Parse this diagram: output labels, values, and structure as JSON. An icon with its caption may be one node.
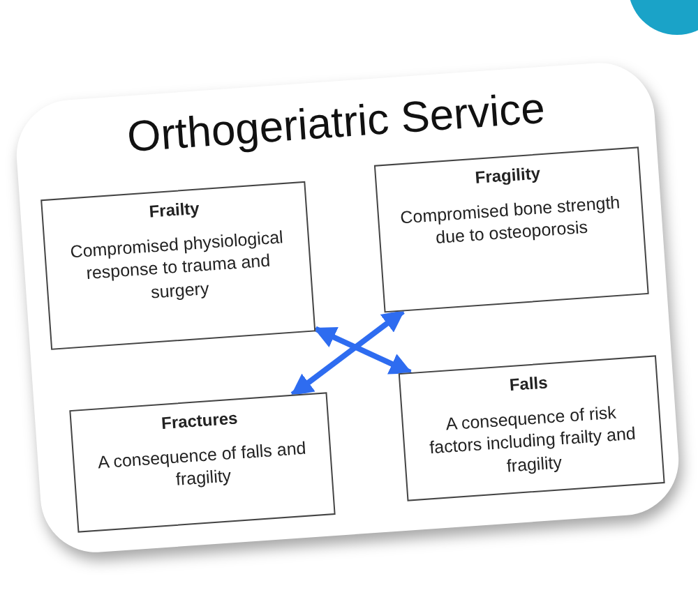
{
  "diagram": {
    "title": "Orthogeriatric Service",
    "nodes": [
      {
        "text": [
          "Frailty",
          "Compromised physiological response to trauma and surgery"
        ]
      },
      {
        "text": [
          "Fragility",
          "Compromised bone strength due to osteoporosis"
        ]
      },
      {
        "text": [
          "Fractures",
          "A consequence of falls and fragility"
        ]
      },
      {
        "text": [
          "Falls",
          "A consequence of risk factors including frailty and fragility"
        ]
      }
    ],
    "edges": [
      {
        "from": 0,
        "to": 3,
        "arrow": "both"
      },
      {
        "from": 1,
        "to": 2,
        "arrow": "both"
      }
    ]
  }
}
